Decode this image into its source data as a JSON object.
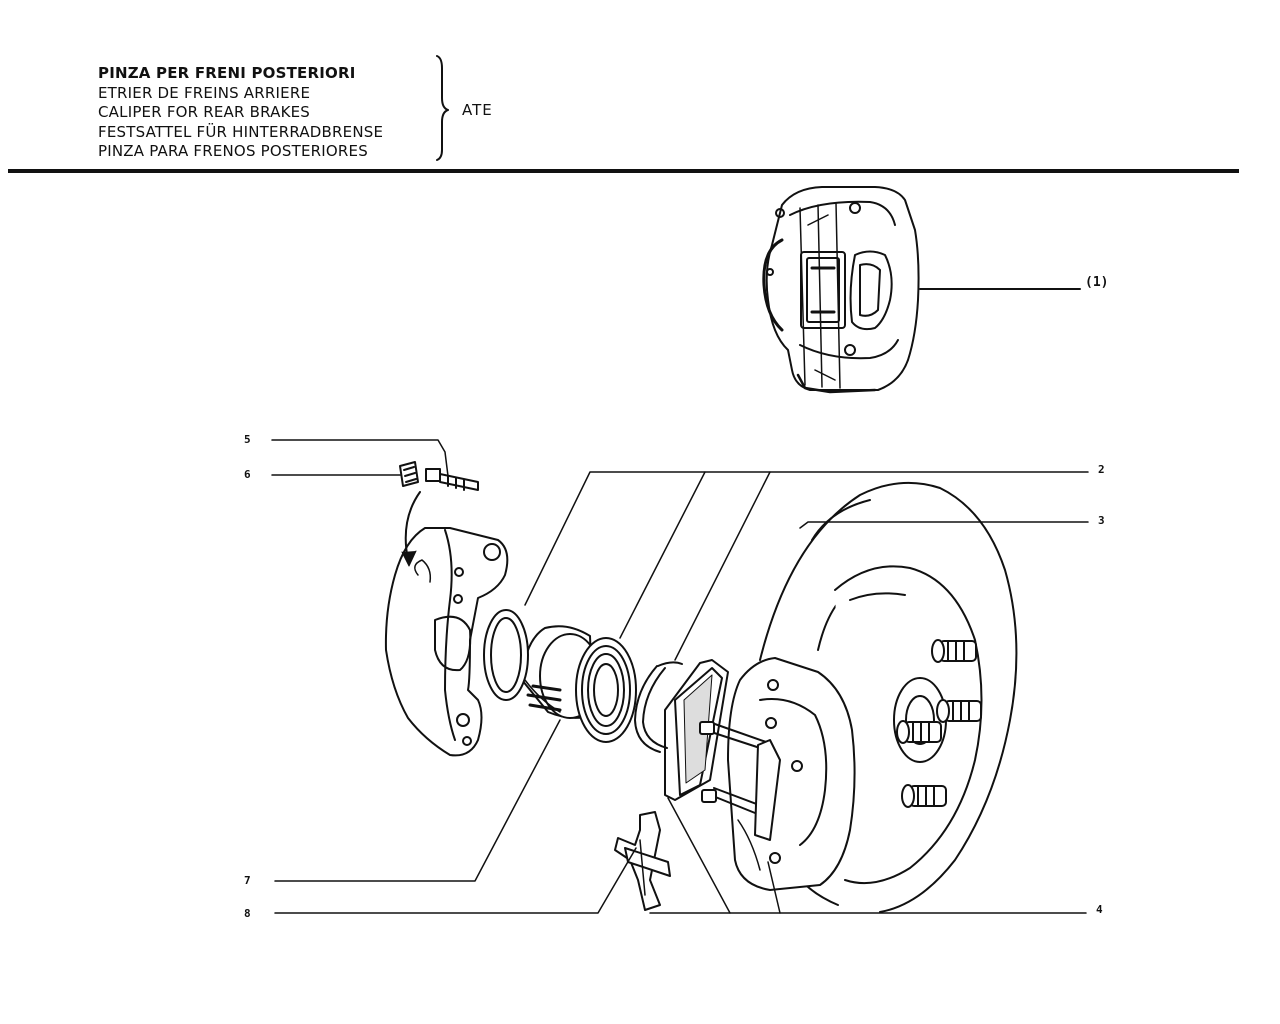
{
  "header": {
    "titles": [
      "PINZA PER FRENI POSTERIORI",
      "ETRIER DE FREINS ARRIERE",
      "CALIPER FOR REAR BRAKES",
      "FESTSATTEL FÜR HINTERRADBRENSE",
      "PINZA PARA FRENOS POSTERIORES"
    ],
    "brand": "ATE"
  },
  "callouts": {
    "assembly": "(1)",
    "c2": "2",
    "c3": "3",
    "c4": "4",
    "c5": "5",
    "c6": "6",
    "c7": "7",
    "c8": "8"
  }
}
